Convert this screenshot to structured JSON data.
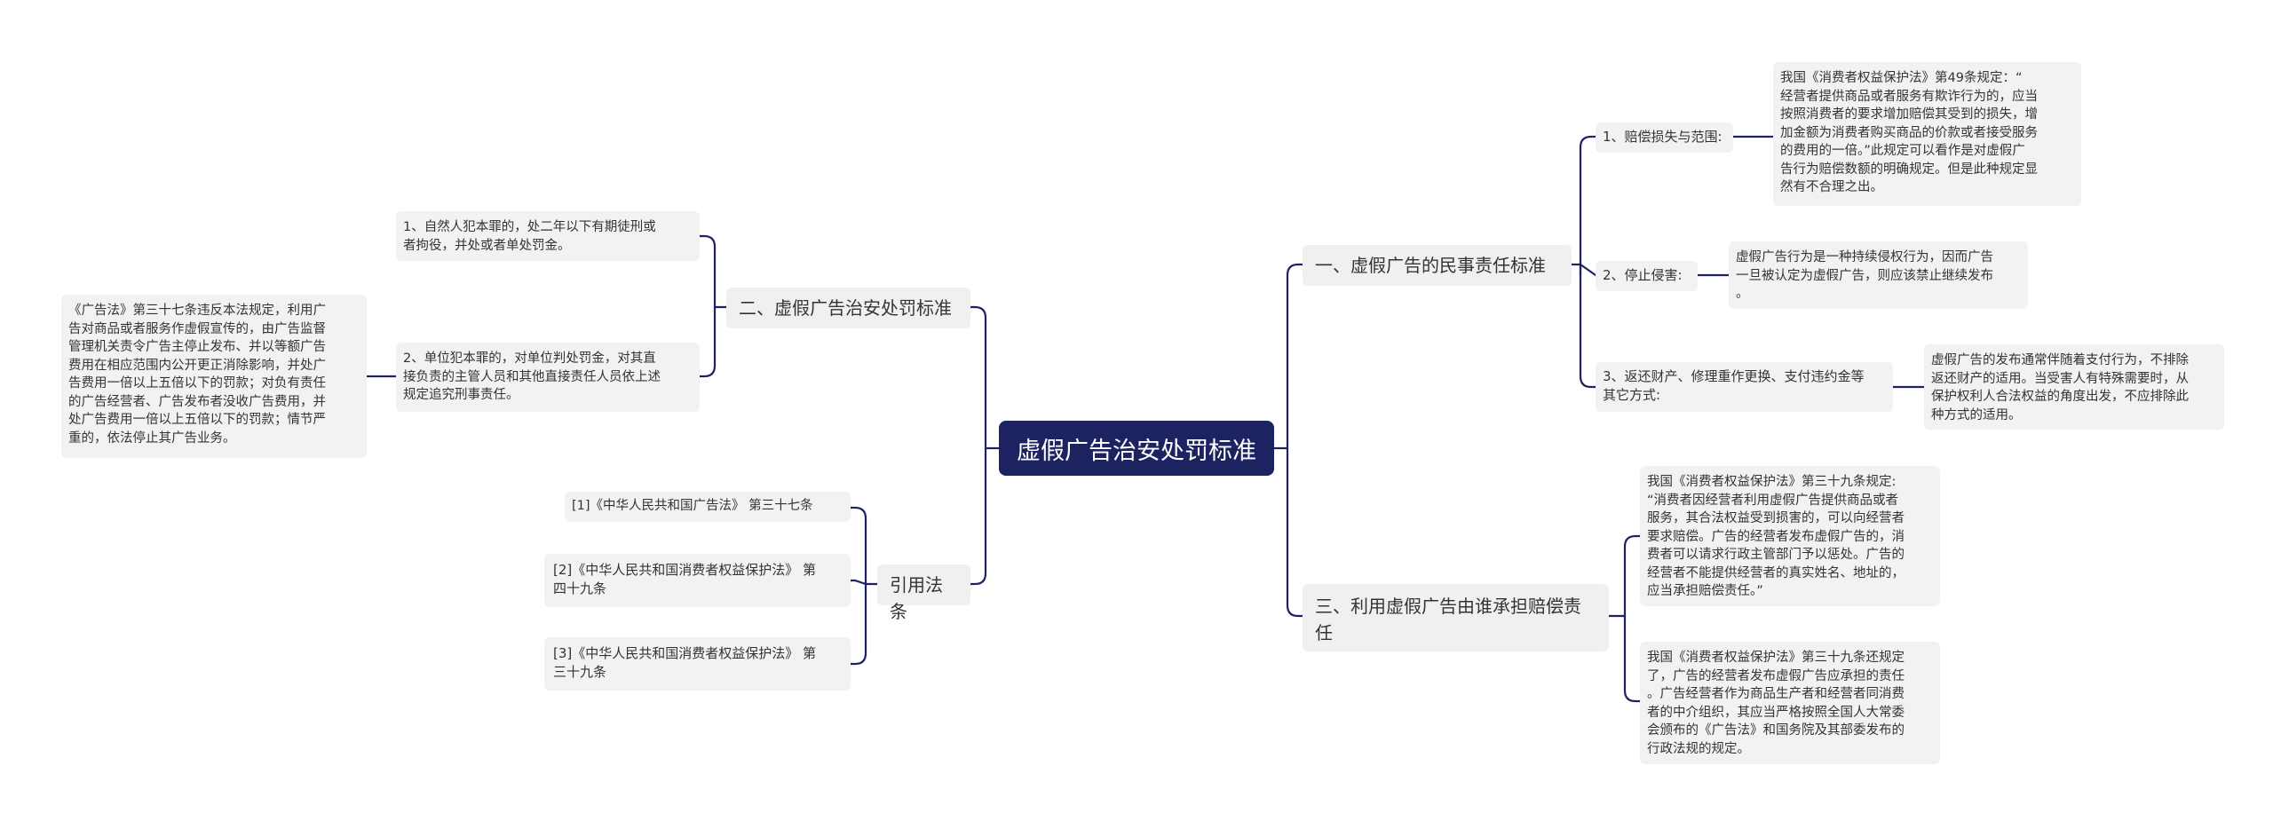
{
  "root": {
    "label": "虚假广告治安处罚标准"
  },
  "right": {
    "civil": {
      "label": "一、虚假广告的民事责任标准",
      "children": [
        {
          "label": "1、赔偿损失与范围:",
          "detail": "我国《消费者权益保护法》第49条规定：“\n经营者提供商品或者服务有欺诈行为的，应当\n按照消费者的要求增加赔偿其受到的损失，增\n加金额为消费者购买商品的价款或者接受服务\n的费用的一倍。”此规定可以看作是对虚假广\n告行为赔偿数额的明确规定。但是此种规定显\n然有不合理之出。"
        },
        {
          "label": "2、停止侵害:",
          "detail": "虚假广告行为是一种持续侵权行为，因而广告\n一旦被认定为虚假广告，则应该禁止继续发布\n。"
        },
        {
          "label": "3、返还财产、修理重作更换、支付违约金等\n其它方式:",
          "detail": "虚假广告的发布通常伴随着支付行为，不排除\n返还财产的适用。当受害人有特殊需要时，从\n保护权利人合法权益的角度出发，不应排除此\n种方式的适用。"
        }
      ]
    },
    "liability": {
      "label": "三、利用虚假广告由谁承担赔偿责\n任",
      "children": [
        "我国《消费者权益保护法》第三十九条规定:\n“消费者因经营者利用虚假广告提供商品或者\n服务，其合法权益受到损害的，可以向经营者\n要求赔偿。广告的经营者发布虚假广告的，消\n费者可以请求行政主管部门予以惩处。广告的\n经营者不能提供经营者的真实姓名、地址的，\n应当承担赔偿责任。”",
        "我国《消费者权益保护法》第三十九条还规定\n了，广告的经营者发布虚假广告应承担的责任\n。广告经营者作为商品生产者和经营者同消费\n者的中介组织，其应当严格按照全国人大常委\n会颁布的《广告法》和国务院及其部委发布的\n行政法规的规定。"
      ]
    }
  },
  "left": {
    "penalty": {
      "label": "二、虚假广告治安处罚标准",
      "children": [
        "1、自然人犯本罪的，处二年以下有期徒刑或\n者拘役，并处或者单处罚金。",
        "2、单位犯本罪的，对单位判处罚金，对其直\n接负责的主管人员和其他直接责任人员依上述\n规定追究刑事责任。"
      ],
      "note": "《广告法》第三十七条违反本法规定，利用广\n告对商品或者服务作虚假宣传的，由广告监督\n管理机关责令广告主停止发布、并以等额广告\n费用在相应范围内公开更正消除影响，并处广\n告费用一倍以上五倍以下的罚款；对负有责任\n的广告经营者、广告发布者没收广告费用，并\n处广告费用一倍以上五倍以下的罚款；情节严\n重的，依法停止其广告业务。"
    },
    "laws": {
      "label": "引用法条",
      "children": [
        "[1]《中华人民共和国广告法》 第三十七条",
        "[2]《中华人民共和国消费者权益保护法》 第\n四十九条",
        "[3]《中华人民共和国消费者权益保护法》 第\n三十九条"
      ]
    }
  },
  "colors": {
    "root_bg": "#1c2360",
    "line": "#1c2360",
    "node_bg": "#f0f0f0"
  }
}
